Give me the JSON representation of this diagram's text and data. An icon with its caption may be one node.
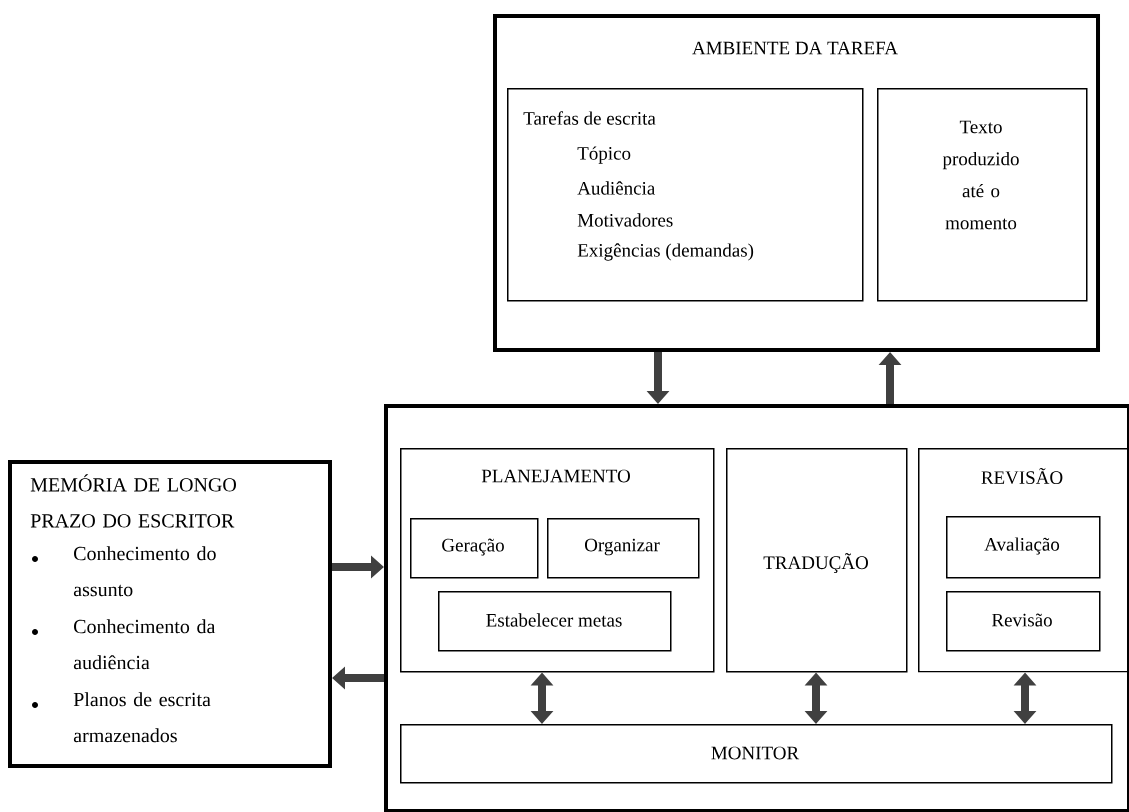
{
  "diagram": {
    "nodes": [
      {
        "text": [
          "AMBIENTE DA TAREFA"
        ]
      },
      {
        "text": [
          "Tarefas de escrita",
          "Tópico",
          "Audiência",
          "Motivadores",
          "Exigências (demandas)"
        ],
        "in": 0
      },
      {
        "text": [
          "Texto produzido até o momento"
        ],
        "in": 0
      },
      {
        "text": [
          "MEMÓRIA DE LONGO PRAZO DO ESCRITOR",
          "Conhecimento do assunto",
          "Conhecimento da audiência",
          "Planos de escrita armazenados"
        ]
      },
      {
        "text": [],
        "shape": "box"
      },
      {
        "text": [
          "PLANEJAMENTO"
        ],
        "in": 4
      },
      {
        "text": [
          "Geração"
        ],
        "in": 5
      },
      {
        "text": [
          "Organizar"
        ],
        "in": 5
      },
      {
        "text": [
          "Estabelecer metas"
        ],
        "in": 5
      },
      {
        "text": [
          "TRADUÇÃO"
        ],
        "in": 4
      },
      {
        "text": [
          "REVISÃO"
        ],
        "in": 4
      },
      {
        "text": [
          "Avaliação"
        ],
        "in": 10
      },
      {
        "text": [
          "Revisão"
        ],
        "in": 10
      },
      {
        "text": [
          "MONITOR"
        ],
        "in": 4
      }
    ],
    "edges": [
      {
        "from": 0,
        "to": 4,
        "arrow": "to"
      },
      {
        "from": 4,
        "to": 0,
        "arrow": "to"
      },
      {
        "from": 3,
        "to": 4,
        "arrow": "to"
      },
      {
        "from": 4,
        "to": 3,
        "arrow": "to"
      },
      {
        "from": 5,
        "to": 13,
        "arrow": "both"
      },
      {
        "from": 9,
        "to": 13,
        "arrow": "both"
      },
      {
        "from": 10,
        "to": 13,
        "arrow": "both"
      }
    ]
  }
}
